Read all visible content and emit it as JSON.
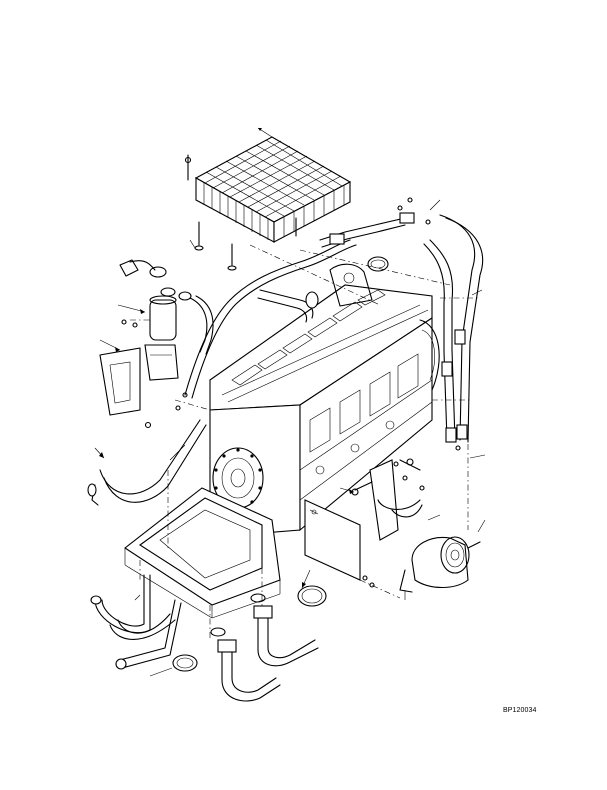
{
  "figure": {
    "id_label": "BP120034",
    "background": "#ffffff",
    "ink_color": "#000000"
  },
  "components": [
    {
      "name": "condenser-radiator"
    },
    {
      "name": "engine-block"
    },
    {
      "name": "refrigerant-lines"
    },
    {
      "name": "receiver-drier"
    },
    {
      "name": "compressor"
    },
    {
      "name": "mounting-bracket"
    },
    {
      "name": "mounting-plate"
    },
    {
      "name": "cab-floor-box"
    },
    {
      "name": "heater-hoses"
    },
    {
      "name": "hose-clamps"
    },
    {
      "name": "o-rings"
    }
  ]
}
